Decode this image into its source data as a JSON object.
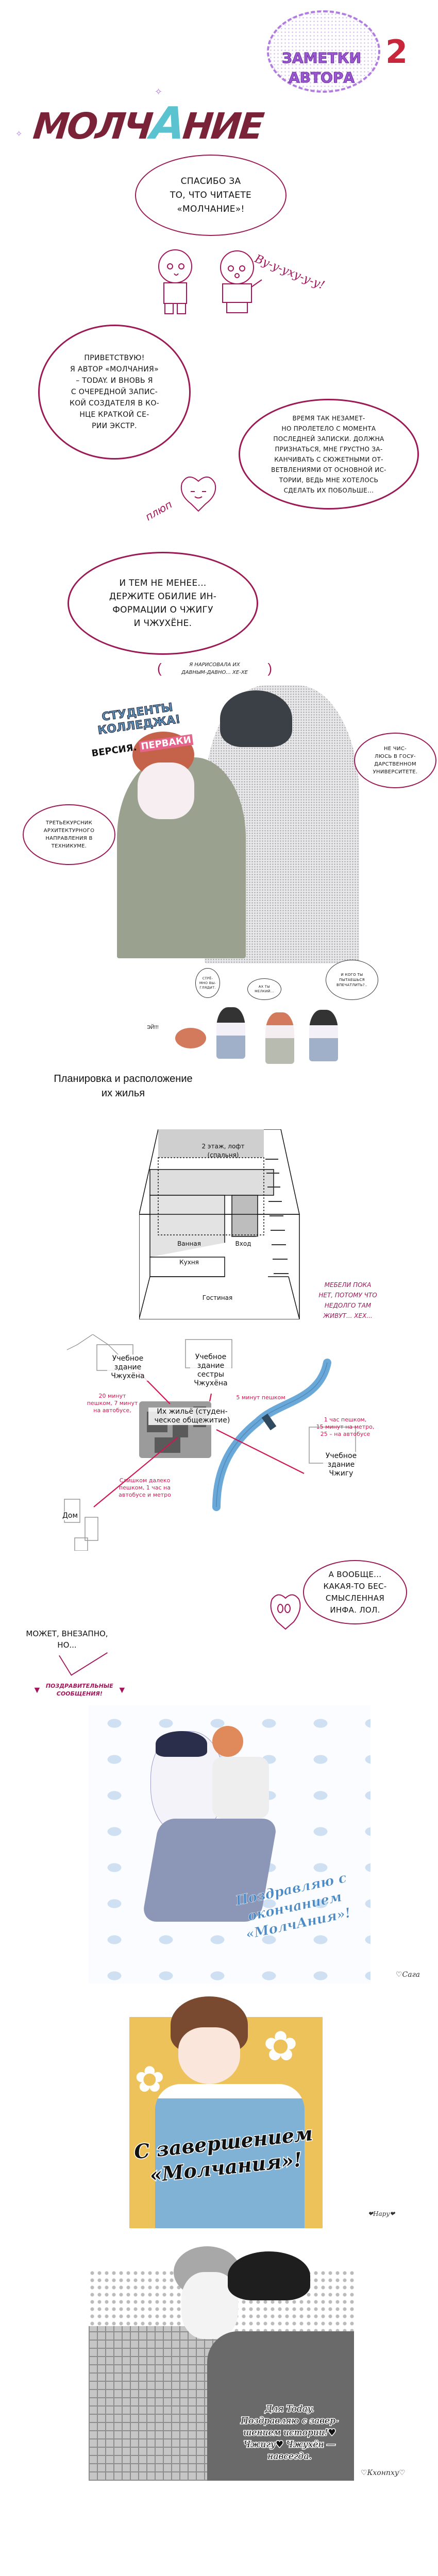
{
  "header": {
    "badge_line1": "Заметки",
    "badge_line2": "автора",
    "badge_number": "2",
    "logo_text": "Молчание",
    "logo_part1": "Молч",
    "logo_accent": "А",
    "logo_part2": "ние"
  },
  "intro": {
    "thanks": "Спасибо за\nто, что читаете\n«Молчание»!",
    "cheer": "Ву-у-уху-у-у!",
    "greeting": "Приветствую!\nЯ автор «Молчания»\n– Today. И вновь я\nс очередной запис-\nкой создателя в ко-\nнце краткой се-\nрии экстр.",
    "time_flew": "Время так незамет-\nно пролетело с момента\nпоследней записки. Должна\nпризнаться, мне грустно за-\nканчивать с сюжетными от-\nветвлениями от основной ис-\nтории, ведь мне хотелось\nсделать их побольше...",
    "sfx": "плюп",
    "nevertheless": "И тем не менее...\nдержите обилие ин-\nформации о Чжигу\nи Чжухёне.",
    "aside": "Я нарисовала их\nдавным-давно... хе-хе"
  },
  "students": {
    "title_line1": "Студенты колледжа!",
    "title_version": "Версия.",
    "title_freshmen": "Перваки",
    "left_caption": "Третьекурсник\nархитектурного\nнаправления в\nтехникуме.",
    "right_caption": "Не чис-\nлюсь в госу-\nдарственном\nуниверситете.",
    "chibi_1": "Стрё-\nмно вы-\nглядит.",
    "chibi_2": "Ах ты\nмелкий...",
    "chibi_3": "И кого ты\nпытаешься\nвпечатлить?..",
    "chibi_hey": "ЭЙ!!!"
  },
  "layout_section": {
    "title": "Планировка и расположение\nих жилья",
    "rooms": {
      "loft": "2 этаж, лофт\n(спальня)",
      "bathroom": "Ванная",
      "entrance": "Вход",
      "kitchen": "Кухня",
      "living": "Гостиная"
    },
    "note": "Мебели пока\nнет, потому что\nнедолго там\nживут... хех..."
  },
  "map": {
    "building_juhyun": "Учебное\nздание\nЧжухёна",
    "building_sister": "Учебное\nздание\nсестры\nЧжухёна",
    "dorm": "Их жильё (студен-\nческое общежитие)",
    "building_jigu": "Учебное\nздание\nЧжигу",
    "home": "Дом",
    "route_juhyun": "20 минут\nпешком, 7 минут\nна автобусе,",
    "route_sister": "5 минут пешком",
    "route_jigu": "1 час пешком,\n15 минут на метро,\n25 – на автобусе",
    "route_home": "Слишком далеко\nпешком, 1 час на\nавтобусе и метро",
    "comment": "А вообще...\nкакая-то бес-\nсмысленная\nинфа. Лол.",
    "suddenly": "Может, внезапно,\nно..."
  },
  "congrats": {
    "heading": "Поздравительные\nсообщения!",
    "card1_text": "Поздравляю с\nокончанием\n«МолчАния»!",
    "card1_author": "♡Сага",
    "card2_text": "С завершением\n«Молчания»!",
    "card2_author": "❤Hapy❤",
    "card3_text": "Для Today.\nПоздравляю с завер-\nшением истории!♥\nЧжигу♥ Чжухён —\nнавсегда.",
    "card3_author": "♡Кхонnху♡"
  },
  "colors": {
    "maroon": "#7a2238",
    "accent_cyan": "#5bc3d0",
    "bubble": "#9b1a55",
    "purple": "#9b59d0",
    "route_red": "#d0174f",
    "river": "#6aa8d8"
  }
}
